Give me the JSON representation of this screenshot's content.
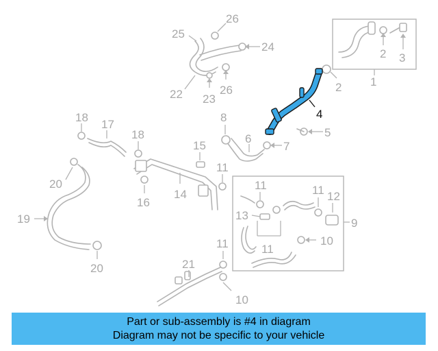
{
  "diagram": {
    "callouts": {
      "n1": "1",
      "n2a": "2",
      "n2b": "2",
      "n3": "3",
      "n4": "4",
      "n5": "5",
      "n6": "6",
      "n7": "7",
      "n8": "8",
      "n9": "9",
      "n10a": "10",
      "n10b": "10",
      "n11a": "11",
      "n11b": "11",
      "n11c": "11",
      "n11d": "11",
      "n11e": "11",
      "n12": "12",
      "n13": "13",
      "n14": "14",
      "n15": "15",
      "n16": "16",
      "n17": "17",
      "n18a": "18",
      "n18b": "18",
      "n19": "19",
      "n20a": "20",
      "n20b": "20",
      "n21": "21",
      "n22": "22",
      "n23": "23",
      "n24": "24",
      "n25": "25",
      "n26a": "26",
      "n26b": "26"
    },
    "highlight_color": "#39a7e6",
    "part_color": "#b3b3b3"
  },
  "banner": {
    "line1": "Part or sub-assembly is #4 in diagram",
    "line2": "Diagram may not be specific to your vehicle",
    "background": "#4db8f0"
  }
}
